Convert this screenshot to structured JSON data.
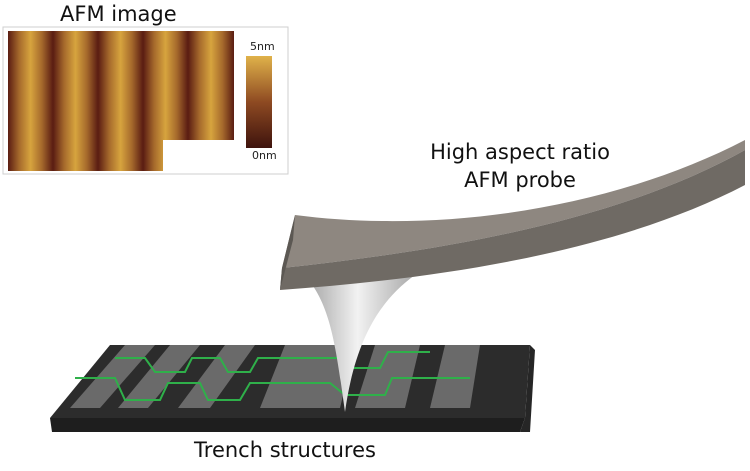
{
  "afm_image": {
    "title": "AFM image",
    "scale_max": "5nm",
    "scale_min": "0nm",
    "colors": {
      "high": "#D7A43E",
      "low": "#5A1C12"
    }
  },
  "probe": {
    "label_line1": "High aspect ratio",
    "label_line2": "AFM probe"
  },
  "trench": {
    "label": "Trench structures"
  },
  "colors": {
    "profile_line": "#2FB04A",
    "substrate": "#3A3A3A",
    "cantilever": "#8E8780"
  }
}
